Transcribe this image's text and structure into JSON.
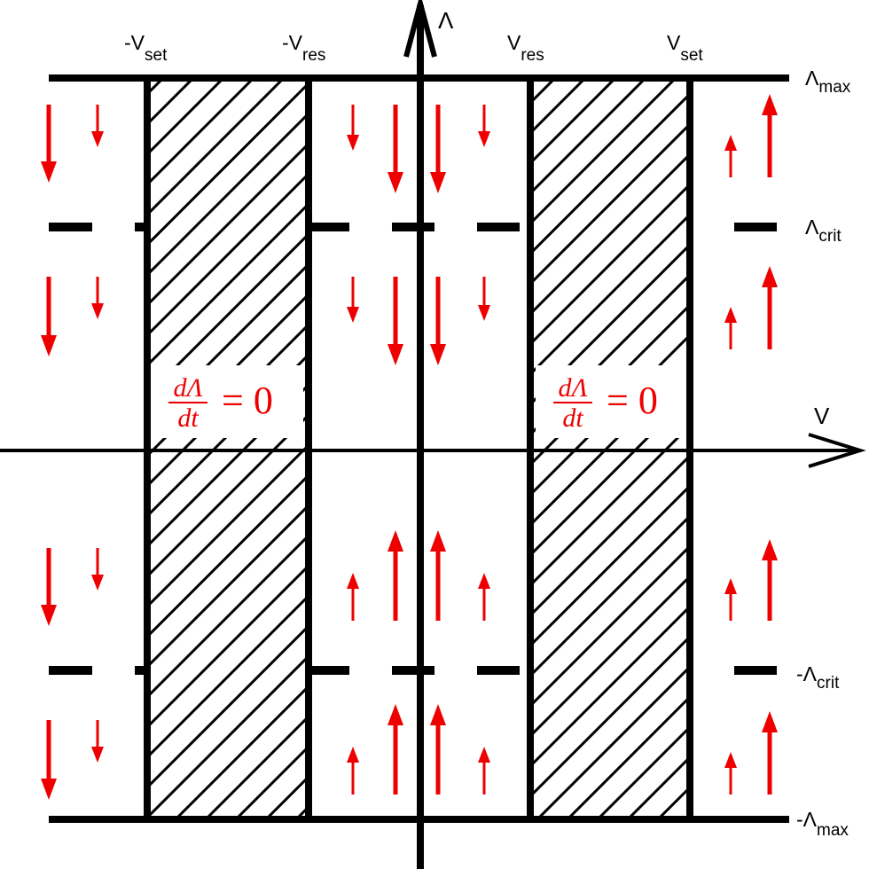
{
  "colors": {
    "lines": "#000000",
    "arrows": "#ee0000",
    "background": "#ffffff"
  },
  "axes": {
    "vertical_label": "Λ",
    "horizontal_label": "V"
  },
  "top_labels": {
    "neg_vset": {
      "main": "-V",
      "sub": "set"
    },
    "neg_vres": {
      "main": "-V",
      "sub": "res"
    },
    "vres": {
      "main": "V",
      "sub": "res"
    },
    "vset": {
      "main": "V",
      "sub": "set"
    }
  },
  "right_labels": {
    "lambda_max": {
      "main": "Λ",
      "sub": "max"
    },
    "lambda_crit": {
      "main": "Λ",
      "sub": "crit"
    },
    "neg_lambda_crit": {
      "main": "-Λ",
      "sub": "crit"
    },
    "neg_lambda_max": {
      "main": "-Λ",
      "sub": "max"
    }
  },
  "equations": {
    "numerator": "dΛ",
    "denominator": "dt",
    "equals": "= 0"
  },
  "arrow_icons": [
    "arrow-down-icon",
    "arrow-up-icon"
  ]
}
